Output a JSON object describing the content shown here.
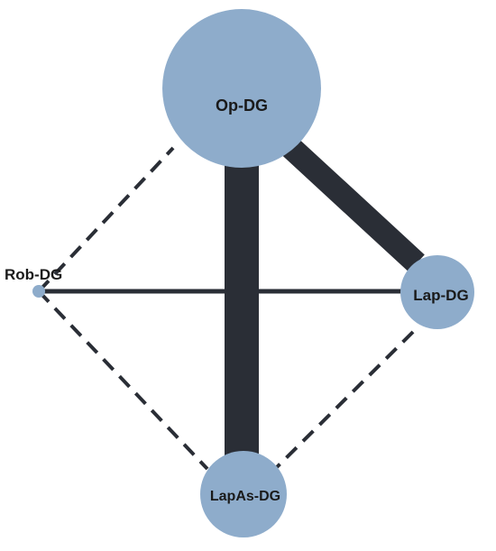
{
  "network": {
    "nodes": [
      {
        "id": "op",
        "label": "Op-DG"
      },
      {
        "id": "lap",
        "label": "Lap-DG"
      },
      {
        "id": "lapas",
        "label": "LapAs-DG"
      },
      {
        "id": "rob",
        "label": "Rob-DG"
      }
    ],
    "edges": [
      {
        "from": "op",
        "to": "lapas",
        "style": "solid"
      },
      {
        "from": "op",
        "to": "lap",
        "style": "solid"
      },
      {
        "from": "rob",
        "to": "lap",
        "style": "solid"
      },
      {
        "from": "rob",
        "to": "op",
        "style": "dashed"
      },
      {
        "from": "rob",
        "to": "lapas",
        "style": "dashed"
      },
      {
        "from": "lap",
        "to": "lapas",
        "style": "dashed"
      }
    ],
    "colors": {
      "node_fill": "#8eaccb",
      "edge": "#2a2e36"
    }
  }
}
